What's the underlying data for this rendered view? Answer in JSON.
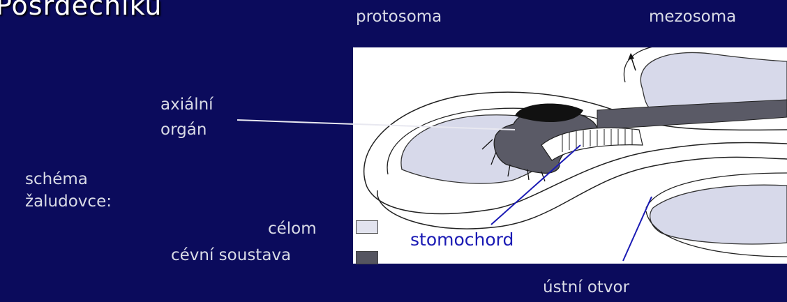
{
  "title": "Posrdečníků",
  "labels": {
    "protosoma": "protosoma",
    "mezosoma": "mezosoma",
    "axial_line1": "axiální",
    "axial_line2": "orgán",
    "schema_line1": "schéma",
    "schema_line2": "žaludovce:",
    "legend_celom": "célom",
    "legend_vascular": "cévní soustava",
    "stomochord": "stomochord",
    "mouth": "ústní otvor"
  },
  "colors": {
    "background": "#0b0b5c",
    "celom_fill": "#e2e3ee",
    "vascular_fill": "#555560",
    "stomochord_text": "#1a1ab4"
  }
}
